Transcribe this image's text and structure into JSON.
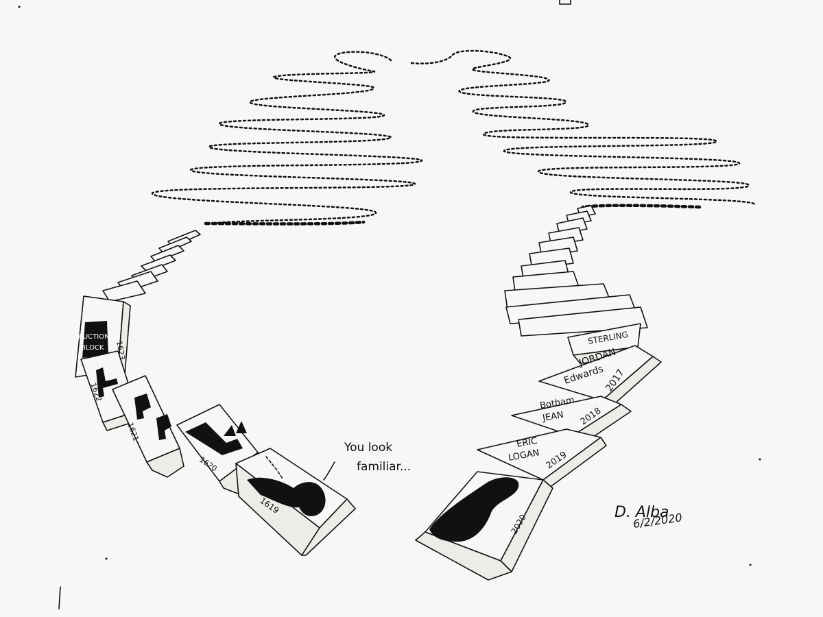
{
  "left_line": {
    "auction_label_line1": "AUCTION",
    "auction_label_line2": "BLOCK",
    "years": [
      "1619",
      "1620",
      "1621",
      "1622",
      "1623"
    ]
  },
  "speech": {
    "line1": "You look",
    "line2": "familiar..."
  },
  "right_line": {
    "dominoes": [
      {
        "name": "STERLING",
        "year": ""
      },
      {
        "name": "JORDAN Edwards",
        "year": "2017"
      },
      {
        "name": "Botham JEAN",
        "year": "2018"
      },
      {
        "name": "ERIC LOGAN",
        "year": "2019"
      },
      {
        "name": "",
        "year": "2020"
      }
    ]
  },
  "signature": {
    "name": "D. Alba",
    "date": "6/2/2020"
  },
  "colors": {
    "ink": "#111111",
    "paper": "#f7f7f5"
  }
}
